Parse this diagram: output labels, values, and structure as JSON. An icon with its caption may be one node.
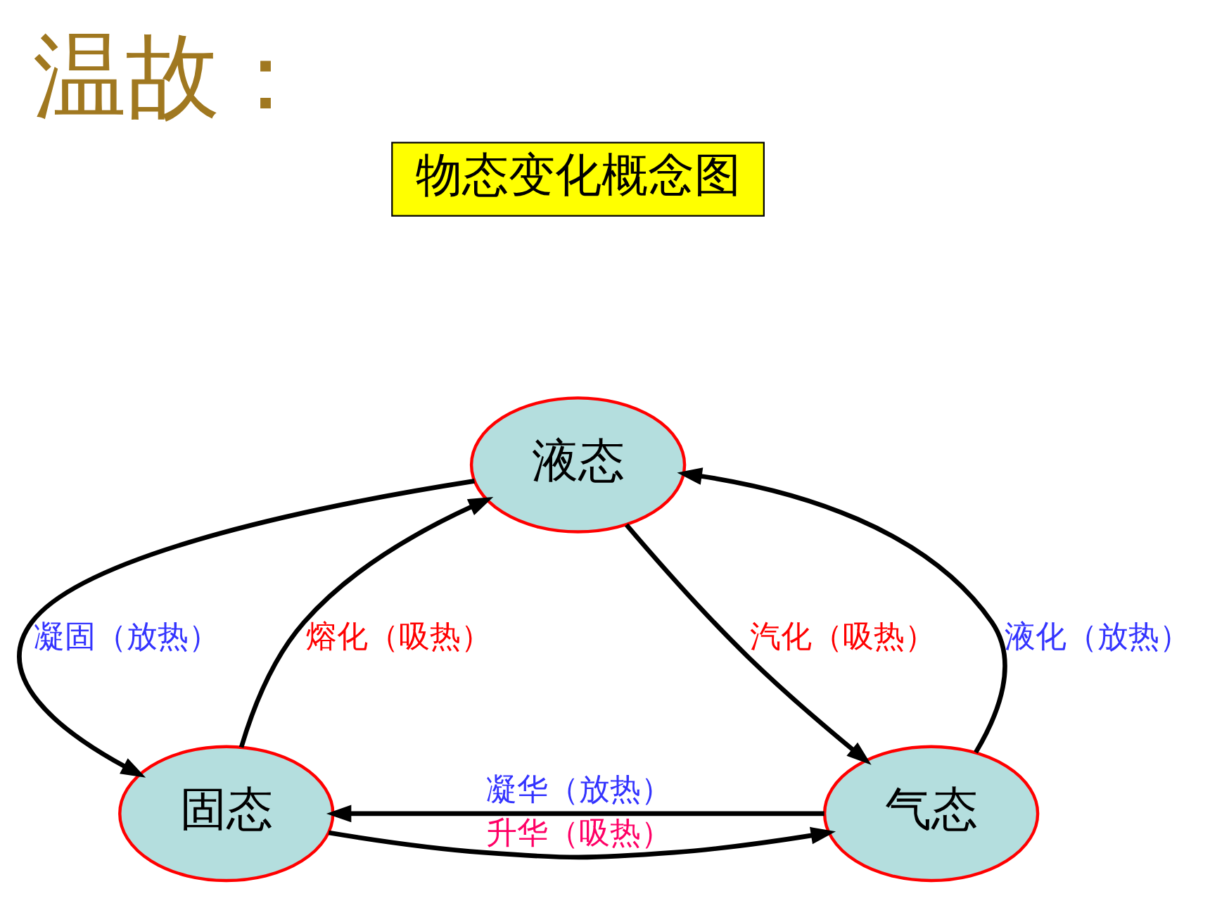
{
  "diagram": {
    "title": "温故：",
    "nodes": [
      {
        "text": [
          "物态变化概念图"
        ]
      },
      {
        "text": [
          "液态"
        ]
      },
      {
        "text": [
          "固态"
        ]
      },
      {
        "text": [
          "气态"
        ]
      }
    ],
    "edges": [
      {
        "from": 2,
        "to": 1,
        "arrow": "to",
        "label": "熔化（吸热）"
      },
      {
        "from": 1,
        "to": 2,
        "arrow": "to",
        "label": "凝固（放热）"
      },
      {
        "from": 1,
        "to": 3,
        "arrow": "to",
        "label": "汽化（吸热）"
      },
      {
        "from": 3,
        "to": 1,
        "arrow": "to",
        "label": "液化（放热）"
      },
      {
        "from": 3,
        "to": 2,
        "arrow": "to",
        "label": "凝华（放热）"
      },
      {
        "from": 2,
        "to": 3,
        "arrow": "to",
        "label": "升华（吸热）"
      }
    ]
  }
}
